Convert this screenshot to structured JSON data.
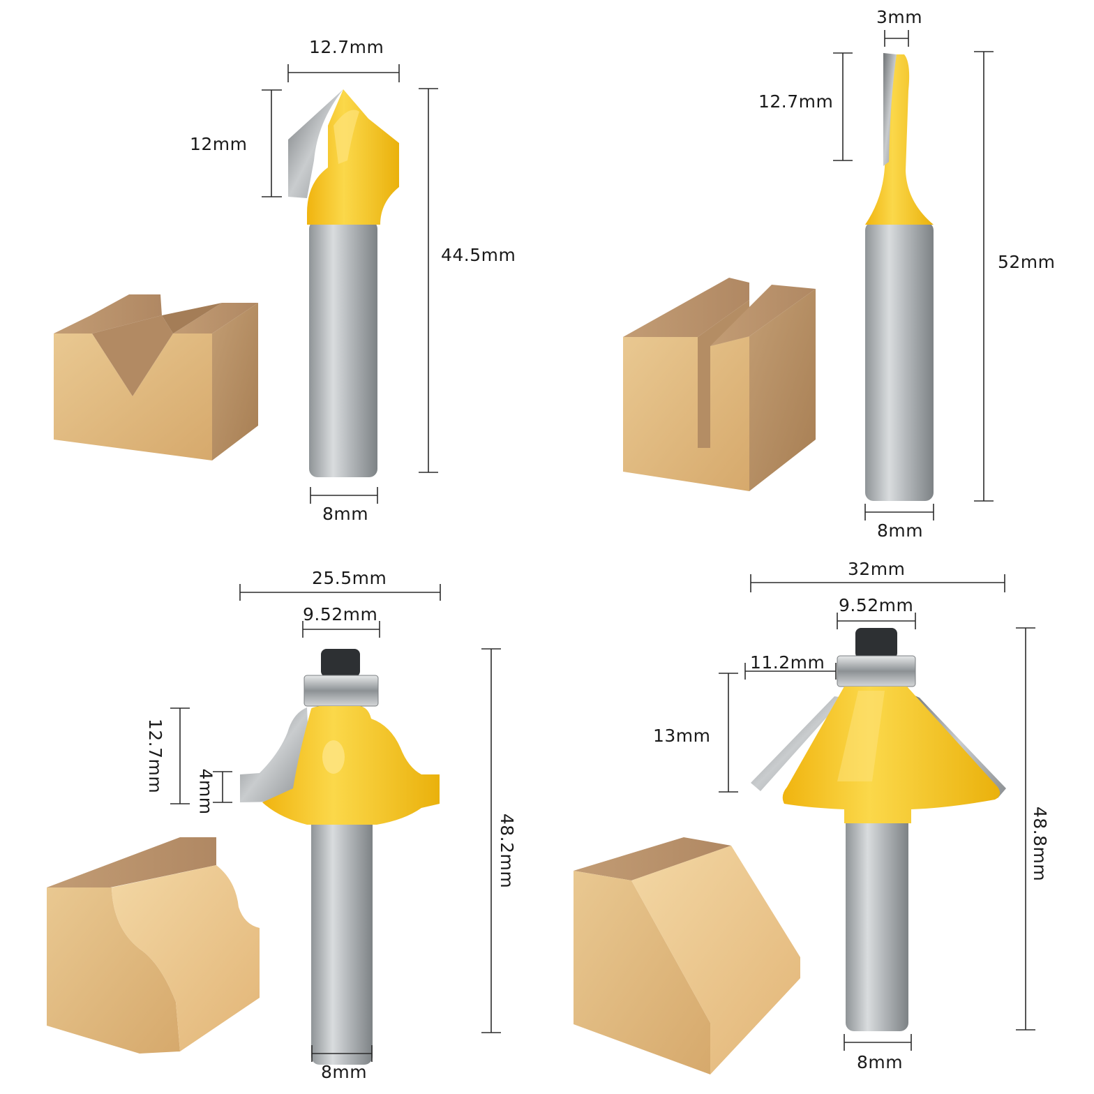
{
  "bits": [
    {
      "profile": "v-groove",
      "dimensions": {
        "cut_width": "12.7mm",
        "cut_height": "12mm",
        "overall_length": "44.5mm",
        "shank": "8mm"
      }
    },
    {
      "profile": "straight",
      "dimensions": {
        "cut_width": "3mm",
        "cut_height": "12.7mm",
        "overall_length": "52mm",
        "shank": "8mm"
      }
    },
    {
      "profile": "roman-ogee",
      "dimensions": {
        "overall_width": "25.5mm",
        "bearing": "9.52mm",
        "cut_height": "12.7mm",
        "step": "4mm",
        "overall_length": "48.2mm",
        "shank": "8mm"
      }
    },
    {
      "profile": "chamfer",
      "dimensions": {
        "overall_width": "32mm",
        "bearing": "9.52mm",
        "side": "11.2mm",
        "cut_height": "13mm",
        "overall_length": "48.8mm",
        "shank": "8mm"
      }
    }
  ],
  "colors": {
    "bit_yellow": "#f6c51c",
    "shank_grey": "#a9adb0",
    "wood_light": "#e6c08a",
    "wood_top": "#c7a27a",
    "wood_side": "#b98a58"
  }
}
